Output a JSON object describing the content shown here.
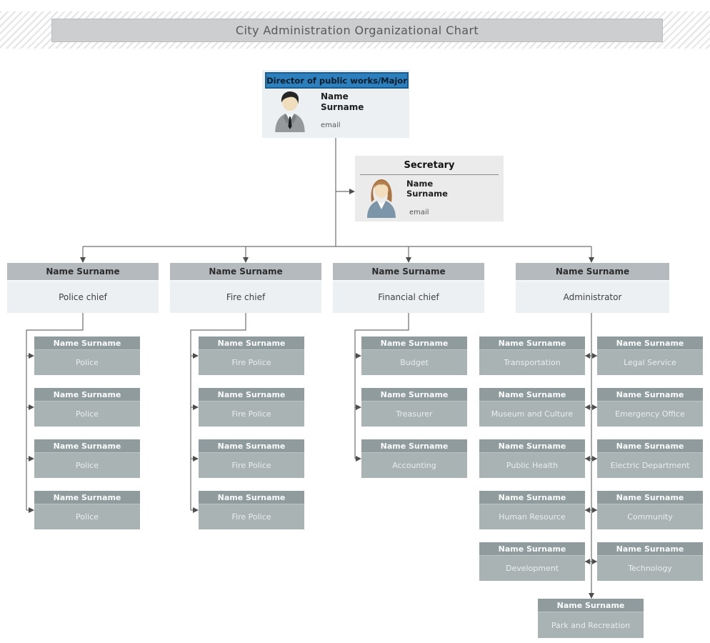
{
  "title_banner": {
    "text": "City Administration Organizational Chart"
  },
  "director": {
    "header": "Director of public works/Major",
    "name_line1": "Name",
    "name_line2": "Surname",
    "email": "email",
    "icon": "male-person-icon"
  },
  "secretary": {
    "header": "Secretary",
    "name_line1": "Name",
    "name_line2": "Surname",
    "email": "email",
    "icon": "female-person-icon"
  },
  "branches": [
    {
      "name": "Name Surname",
      "role": "Police chief",
      "children": [
        {
          "name": "Name Surname",
          "role": "Police"
        },
        {
          "name": "Name Surname",
          "role": "Police"
        },
        {
          "name": "Name Surname",
          "role": "Police"
        },
        {
          "name": "Name Surname",
          "role": "Police"
        }
      ]
    },
    {
      "name": "Name Surname",
      "role": "Fire chief",
      "children": [
        {
          "name": "Name Surname",
          "role": "Fire Police"
        },
        {
          "name": "Name Surname",
          "role": "Fire Police"
        },
        {
          "name": "Name Surname",
          "role": "Fire Police"
        },
        {
          "name": "Name Surname",
          "role": "Fire Police"
        }
      ]
    },
    {
      "name": "Name Surname",
      "role": "Financial chief",
      "children": [
        {
          "name": "Name Surname",
          "role": "Budget"
        },
        {
          "name": "Name Surname",
          "role": "Treasurer"
        },
        {
          "name": "Name Surname",
          "role": "Accounting"
        }
      ]
    },
    {
      "name": "Name Surname",
      "role": "Administrator",
      "children_left": [
        {
          "name": "Name Surname",
          "role": "Transportation"
        },
        {
          "name": "Name Surname",
          "role": "Museum and Culture"
        },
        {
          "name": "Name Surname",
          "role": "Public Health"
        },
        {
          "name": "Name Surname",
          "role": "Human Resource"
        },
        {
          "name": "Name Surname",
          "role": "Development"
        }
      ],
      "children_right": [
        {
          "name": "Name Surname",
          "role": "Legal Service"
        },
        {
          "name": "Name Surname",
          "role": "Emergency Office"
        },
        {
          "name": "Name Surname",
          "role": "Electric Department"
        },
        {
          "name": "Name Surname",
          "role": "Community"
        },
        {
          "name": "Name Surname",
          "role": "Technology"
        }
      ],
      "child_bottom": {
        "name": "Name Surname",
        "role": "Park and Recreation"
      }
    }
  ],
  "colors": {
    "accent_blue": "#2b80bd",
    "branch_header": "#b4babe",
    "branch_body": "#edf0f2",
    "child_header": "#8f9b9d",
    "child_body": "#a9b3b4",
    "title_box": "#cdcecf",
    "connector": "#6f6f6f"
  }
}
